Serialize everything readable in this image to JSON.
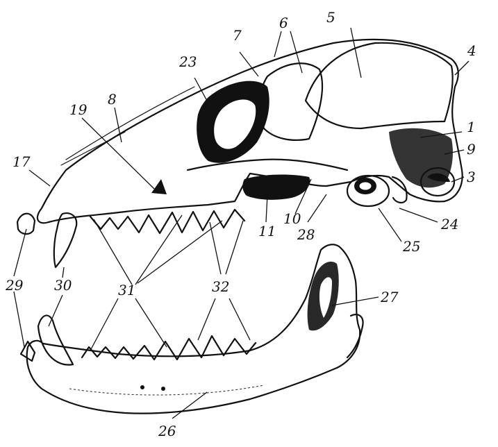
{
  "diagram": {
    "labels": [
      {
        "id": "1",
        "text": "1"
      },
      {
        "id": "3",
        "text": "3"
      },
      {
        "id": "4",
        "text": "4"
      },
      {
        "id": "5",
        "text": "5"
      },
      {
        "id": "6",
        "text": "6"
      },
      {
        "id": "7",
        "text": "7"
      },
      {
        "id": "8",
        "text": "8"
      },
      {
        "id": "9",
        "text": "9"
      },
      {
        "id": "10",
        "text": "10"
      },
      {
        "id": "11",
        "text": "11"
      },
      {
        "id": "17",
        "text": "17"
      },
      {
        "id": "19",
        "text": "19"
      },
      {
        "id": "23",
        "text": "23"
      },
      {
        "id": "24",
        "text": "24"
      },
      {
        "id": "25",
        "text": "25"
      },
      {
        "id": "26",
        "text": "26"
      },
      {
        "id": "27",
        "text": "27"
      },
      {
        "id": "28",
        "text": "28"
      },
      {
        "id": "29",
        "text": "29"
      },
      {
        "id": "30",
        "text": "30"
      },
      {
        "id": "31",
        "text": "31"
      },
      {
        "id": "32",
        "text": "32"
      }
    ]
  }
}
